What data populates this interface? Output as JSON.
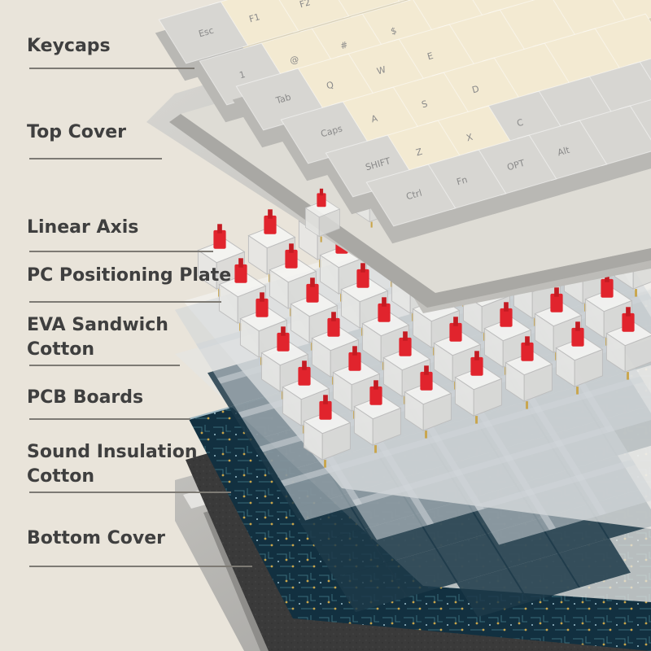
{
  "diagram": {
    "labels": [
      {
        "id": "keycaps",
        "lines": [
          "Keycaps"
        ]
      },
      {
        "id": "top_cover",
        "lines": [
          "Top Cover"
        ]
      },
      {
        "id": "linear_axis",
        "lines": [
          "Linear Axis"
        ]
      },
      {
        "id": "pc_plate",
        "lines": [
          "PC Positioning Plate"
        ]
      },
      {
        "id": "eva",
        "lines": [
          "EVA Sandwich",
          "Cotton"
        ]
      },
      {
        "id": "pcb",
        "lines": [
          "PCB Boards"
        ]
      },
      {
        "id": "sound",
        "lines": [
          "Sound Insulation",
          "Cotton"
        ]
      },
      {
        "id": "bottom",
        "lines": [
          "Bottom Cover"
        ]
      }
    ],
    "keycap_legends": [
      "Esc",
      "F1",
      "F2",
      "1",
      "@",
      "#",
      "$",
      "Q",
      "W",
      "E",
      "Tab",
      "Caps",
      "A",
      "S",
      "D",
      "SHIFT",
      "Z",
      "X",
      "C",
      "Ctrl",
      "Fn",
      "OPT",
      "Alt"
    ],
    "colors": {
      "background": "#e9e4da",
      "keycap_cream": "#f3ead2",
      "keycap_grey": "#d7d6d2",
      "frame": "#cfcecb",
      "switch_stem": "#e1242d",
      "pcb": "#123040",
      "insulation": "#3a3a3a",
      "label_text": "#3f3f3f"
    }
  }
}
